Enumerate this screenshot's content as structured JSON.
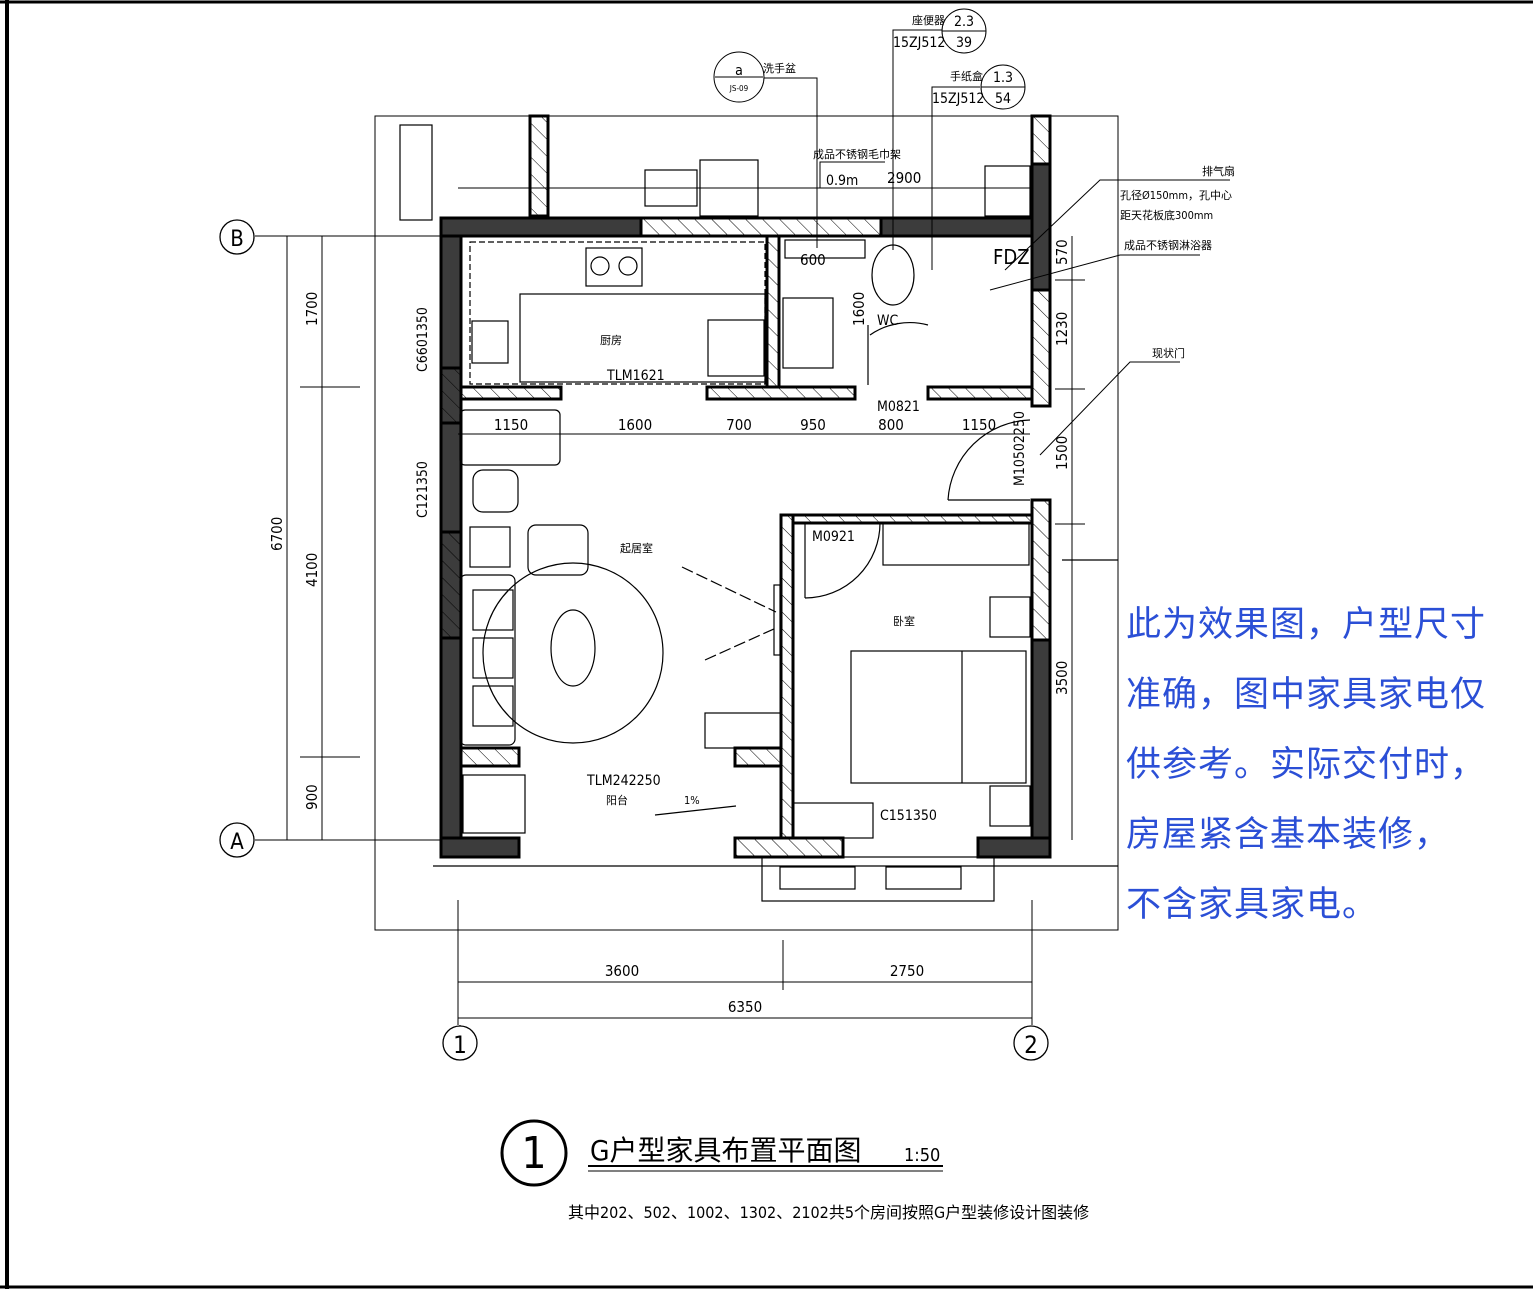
{
  "annotations": {
    "toilet_label": "座便器",
    "toilet_std": "15ZJ512",
    "toilet_top": "2.3",
    "toilet_bottom": "39",
    "paper_label": "手纸盒",
    "paper_std": "15ZJ512",
    "paper_top": "1.3",
    "paper_bottom": "54",
    "basin_top": "a",
    "basin_bottom": "JS-09",
    "basin_label": "洗手盆",
    "towel_label": "成品不锈钢毛巾架",
    "towel_len": "0.9m",
    "fan_label": "排气扇",
    "fan_spec1": "孔径Ø150mm，孔中心",
    "fan_spec2": "距天花板底300mm",
    "shower_label": "成品不锈钢淋浴器",
    "door_label": "现状门",
    "fdz": "FDZ"
  },
  "rooms": {
    "kitchen": "厨房",
    "kitchen_door": "TLM1621",
    "wc": "WC",
    "wc_door": "M0821",
    "living": "起居室",
    "bedroom_door": "M0921",
    "bedroom": "卧室",
    "balcony_door": "TLM242250",
    "balcony": "阳台",
    "slope": "1%",
    "window_bed": "C151350",
    "window_kitchen": "C6601350",
    "window_living": "C121350",
    "door_entry": "M10502250"
  },
  "dimensions": {
    "top": "2900",
    "h": [
      "1150",
      "1600",
      "700",
      "950",
      "800",
      "1150"
    ],
    "shower_w": "600",
    "shower_h": "1600",
    "right": [
      "570",
      "1230",
      "1500",
      "3500"
    ],
    "left": [
      "1700",
      "4100",
      "900"
    ],
    "left_total": "6700",
    "bottom": [
      "3600",
      "2750"
    ],
    "bottom_total": "6350"
  },
  "axes": {
    "b": "B",
    "a": "A",
    "one": "1",
    "two": "2"
  },
  "title": {
    "number": "1",
    "text": "G户型家具布置平面图",
    "scale": "1:50",
    "note": "其中202、502、1002、1302、2102共5个房间按照G户型装修设计图装修"
  },
  "overlay_note": [
    "此为效果图，户型尺寸",
    "准确，图中家具家电仅",
    "供参考。实际交付时，",
    "房屋紧含基本装修，",
    "不含家具家电。"
  ],
  "colors": {
    "wall": "#3c3c3c",
    "note": "#2b4fd6"
  }
}
